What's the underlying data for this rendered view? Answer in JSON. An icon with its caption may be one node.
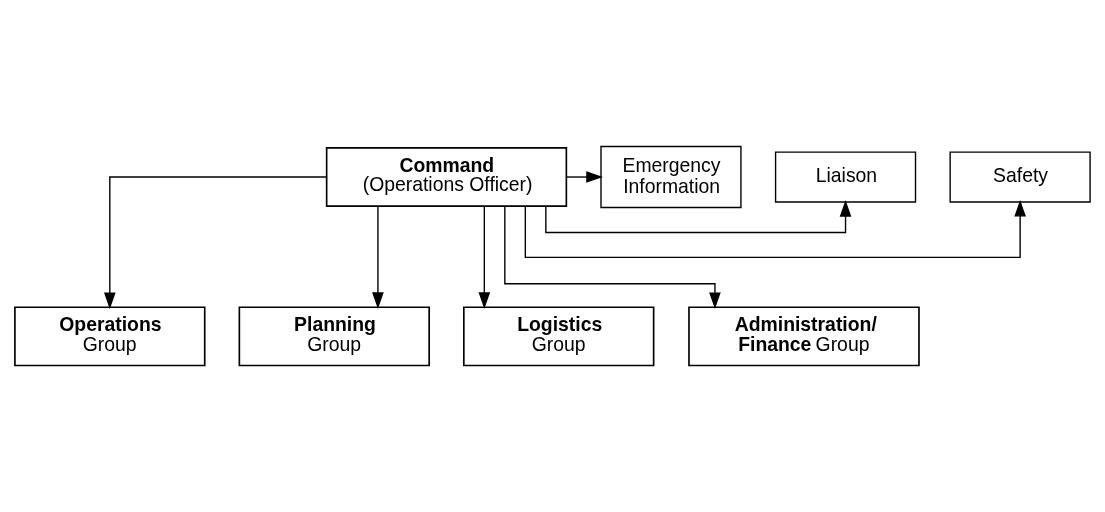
{
  "diagram": {
    "nodes": [
      {
        "text": [
          "Command",
          "(Operations Officer)"
        ]
      },
      {
        "text": [
          "Safety"
        ]
      },
      {
        "text": [
          "Liaison"
        ]
      },
      {
        "text": [
          "Emergency Information"
        ]
      },
      {
        "text": [
          "**Operations** Group"
        ]
      },
      {
        "text": [
          "**Planning** Group"
        ]
      },
      {
        "text": [
          "**Logistics** Group"
        ]
      },
      {
        "text": [
          "**Administration/ Finance** Group"
        ]
      }
    ],
    "edges": [
      {
        "from": 0,
        "to": 1,
        "arrow": "to"
      },
      {
        "from": 0,
        "to": 2,
        "arrow": "to"
      },
      {
        "from": 0,
        "to": 3,
        "arrow": "to"
      },
      {
        "from": 0,
        "to": 4,
        "arrow": "to"
      },
      {
        "from": 0,
        "to": 5,
        "arrow": "to"
      },
      {
        "from": 0,
        "to": 6,
        "arrow": "to"
      },
      {
        "from": 0,
        "to": 7,
        "arrow": "to"
      }
    ]
  }
}
